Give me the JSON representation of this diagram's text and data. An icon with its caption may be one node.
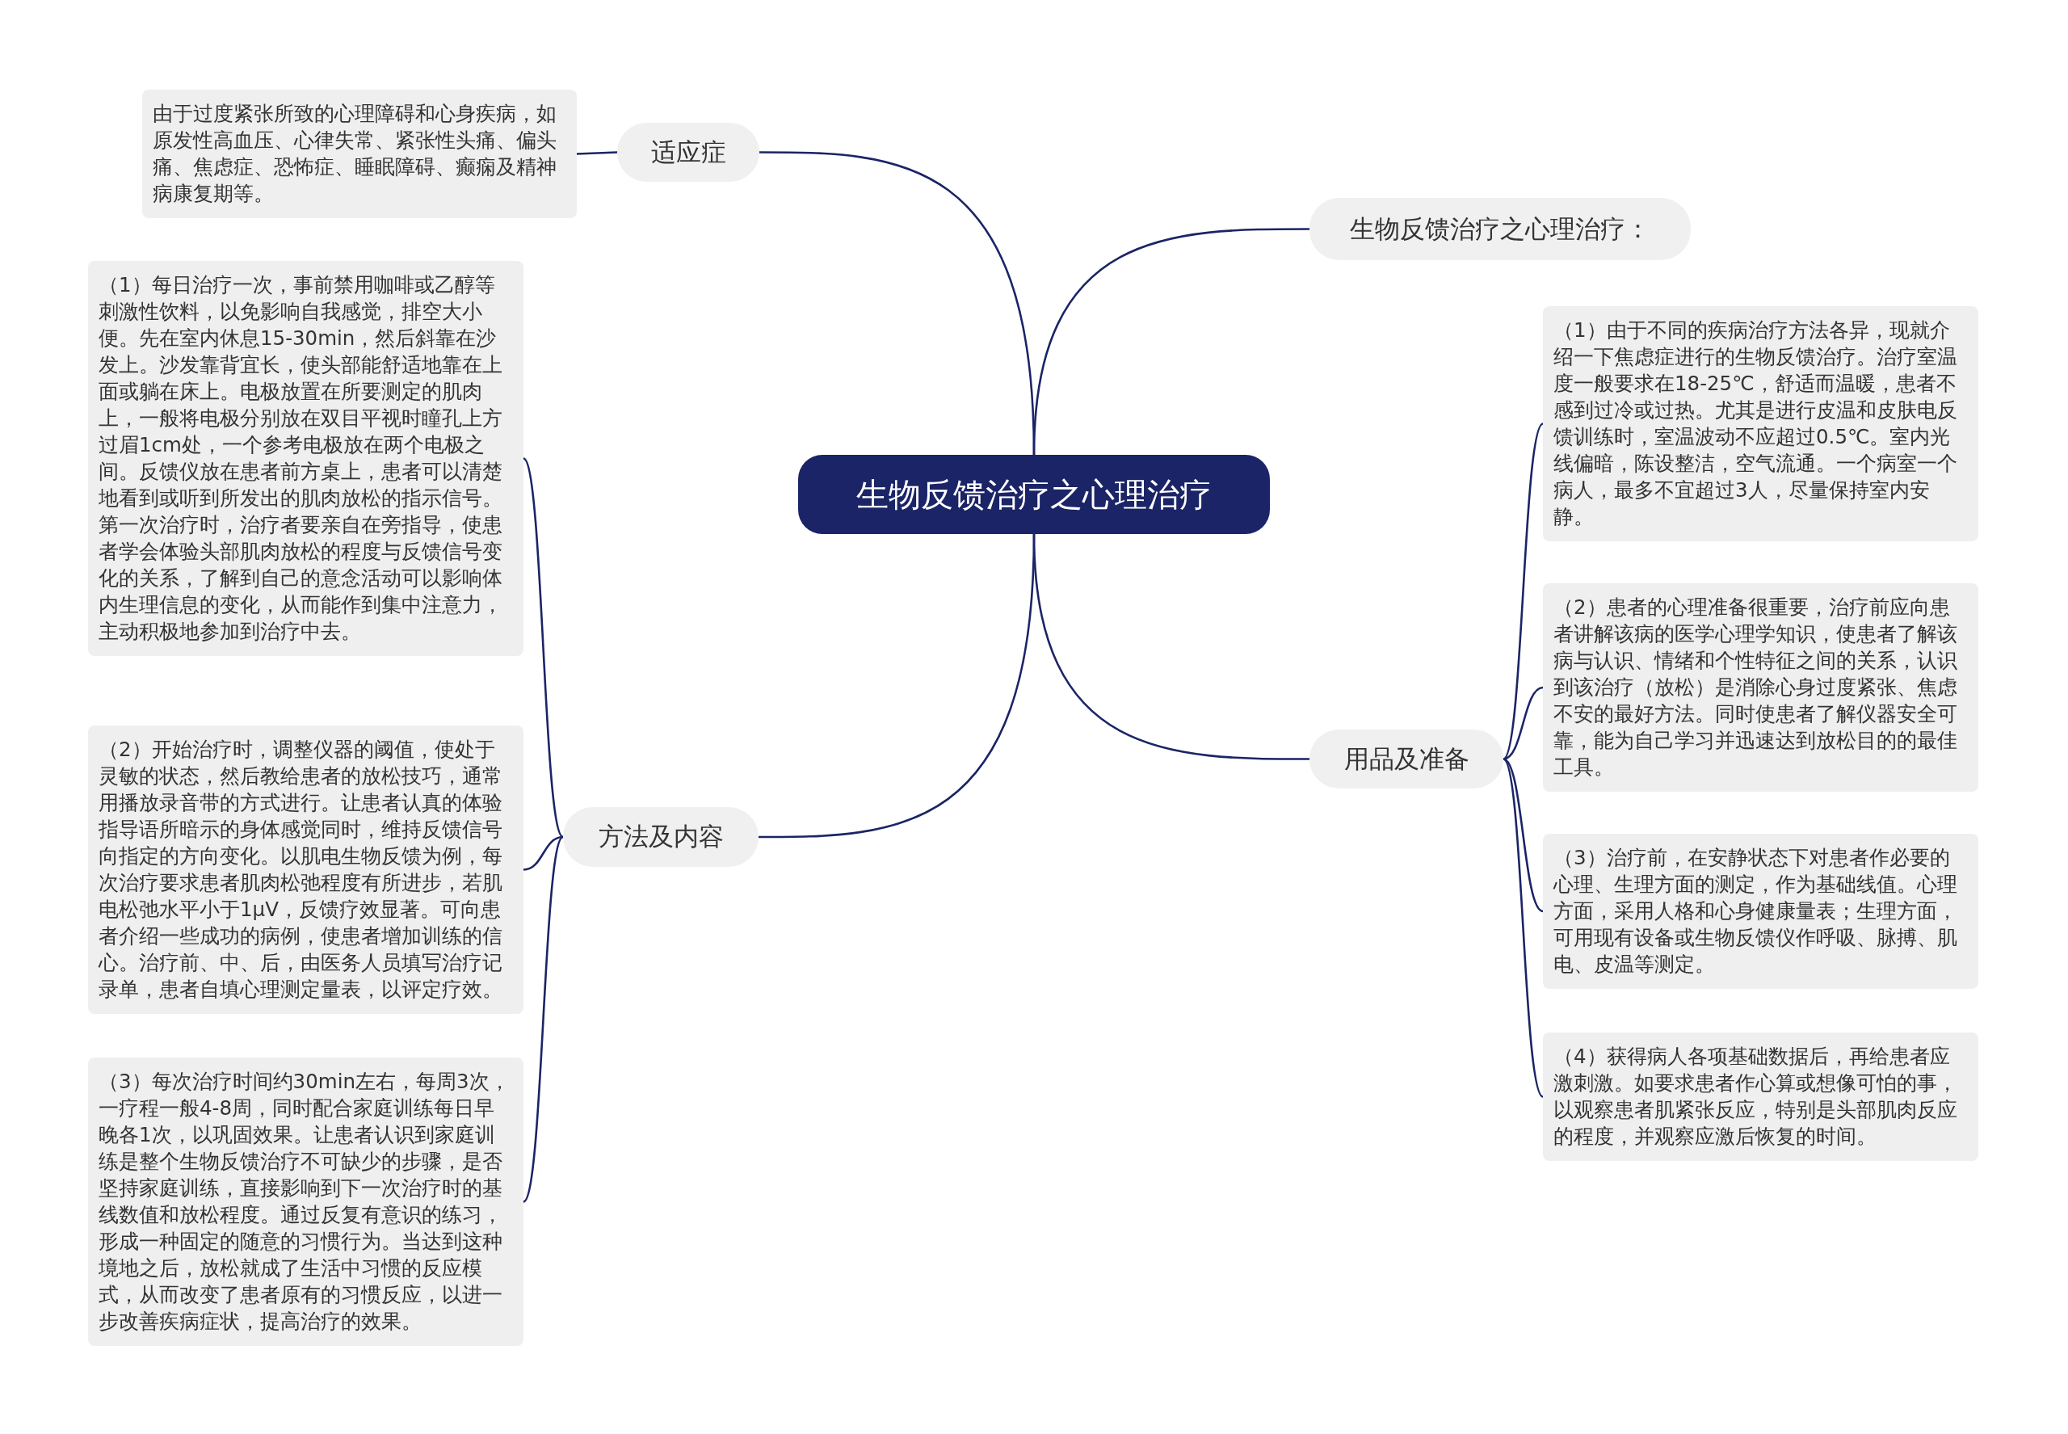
{
  "diagram": {
    "nodes": [
      {
        "text": [
          "生物反馈治疗之心理治疗"
        ]
      },
      {
        "text": [
          "适应症"
        ]
      },
      {
        "text": [
          "由于过度紧张所致的心理障碍和心身疾病，如原发性高血压、心律失常、紧张性头痛、偏头痛、焦虑症、恐怖症、睡眠障碍、癫痫及精神病康复期等。"
        ]
      },
      {
        "text": [
          "生物反馈治疗之心理治疗："
        ]
      },
      {
        "text": [
          "用品及准备"
        ]
      },
      {
        "text": [
          "（1）由于不同的疾病治疗方法各异，现就介绍一下焦虑症进行的生物反馈治疗。治疗室温度一般要求在18-25℃，舒适而温暖，患者不感到过冷或过热。尤其是进行皮温和皮肤电反馈训练时，室温波动不应超过0.5℃。室内光线偏暗，陈设整洁，空气流通。一个病室一个病人，最多不宜超过3人，尽量保持室内安静。"
        ]
      },
      {
        "text": [
          "（2）患者的心理准备很重要，治疗前应向患者讲解该病的医学心理学知识，使患者了解该病与认识、情绪和个性特征之间的关系，认识到该治疗（放松）是消除心身过度紧张、焦虑不安的最好方法。同时使患者了解仪器安全可靠，能为自己学习并迅速达到放松目的的最佳工具。"
        ]
      },
      {
        "text": [
          "（3）治疗前，在安静状态下对患者作必要的心理、生理方面的测定，作为基础线值。心理方面，采用人格和心身健康量表；生理方面，可用现有设备或生物反馈仪作呼吸、脉搏、肌电、皮温等测定。"
        ]
      },
      {
        "text": [
          "（4）获得病人各项基础数据后，再给患者应激刺激。如要求患者作心算或想像可怕的事，以观察患者肌紧张反应，特别是头部肌肉反应的程度，并观察应激后恢复的时间。"
        ]
      },
      {
        "text": [
          "方法及内容"
        ]
      },
      {
        "text": [
          "（1）每日治疗一次，事前禁用咖啡或乙醇等刺激性饮料，以免影响自我感觉，排空大小便。先在室内休息15-30min，然后斜靠在沙发上。沙发靠背宜长，使头部能舒适地靠在上面或躺在床上。电极放置在所要测定的肌肉上，一般将电极分别放在双目平视时瞳孔上方过眉1cm处，一个参考电极放在两个电极之间。反馈仪放在患者前方桌上，患者可以清楚地看到或听到所发出的肌肉放松的指示信号。第一次治疗时，治疗者要亲自在旁指导，使患者学会体验头部肌肉放松的程度与反馈信号变化的关系，了解到自己的意念活动可以影响体内生理信息的变化，从而能作到集中注意力，主动积极地参加到治疗中去。"
        ]
      },
      {
        "text": [
          "（2）开始治疗时，调整仪器的阈值，使处于灵敏的状态，然后教给患者的放松技巧，通常用播放录音带的方式进行。让患者认真的体验指导语所暗示的身体感觉同时，维持反馈信号向指定的方向变化。以肌电生物反馈为例，每次治疗要求患者肌肉松弛程度有所进步，若肌电松弛水平小于1μV，反馈疗效显著。可向患者介绍一些成功的病例，使患者增加训练的信心。治疗前、中、后，由医务人员填写治疗记录单，患者自填心理测定量表，以评定疗效。"
        ]
      },
      {
        "text": [
          "（3）每次治疗时间约30min左右，每周3次，一疗程一般4-8周，同时配合家庭训练每日早晚各1次，以巩固效果。让患者认识到家庭训练是整个生物反馈治疗不可缺少的步骤，是否坚持家庭训练，直接影响到下一次治疗时的基线数值和放松程度。通过反复有意识的练习，形成一种固定的随意的习惯行为。当达到这种境地之后，放松就成了生活中习惯的反应模式，从而改变了患者原有的习惯反应，以进一步改善疾病症状，提高治疗的效果。"
        ]
      }
    ],
    "edges": [
      {
        "from": 0,
        "to": 1,
        "arrow": "none"
      },
      {
        "from": 0,
        "to": 3,
        "arrow": "none"
      },
      {
        "from": 0,
        "to": 4,
        "arrow": "none"
      },
      {
        "from": 0,
        "to": 9,
        "arrow": "none"
      },
      {
        "from": 1,
        "to": 2,
        "arrow": "none"
      },
      {
        "from": 4,
        "to": 5,
        "arrow": "none"
      },
      {
        "from": 4,
        "to": 6,
        "arrow": "none"
      },
      {
        "from": 4,
        "to": 7,
        "arrow": "none"
      },
      {
        "from": 4,
        "to": 8,
        "arrow": "none"
      },
      {
        "from": 9,
        "to": 10,
        "arrow": "none"
      },
      {
        "from": 9,
        "to": 11,
        "arrow": "none"
      },
      {
        "from": 9,
        "to": 12,
        "arrow": "none"
      }
    ]
  }
}
